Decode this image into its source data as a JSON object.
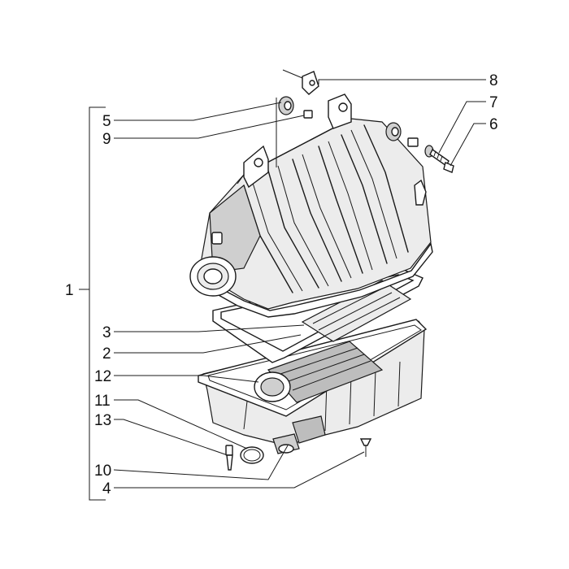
{
  "callouts": {
    "n1": "1",
    "n2": "2",
    "n3": "3",
    "n4": "4",
    "n5": "5",
    "n6": "6",
    "n7": "7",
    "n8": "8",
    "n9": "9",
    "n10": "10",
    "n11": "11",
    "n12": "12",
    "n13": "13"
  }
}
